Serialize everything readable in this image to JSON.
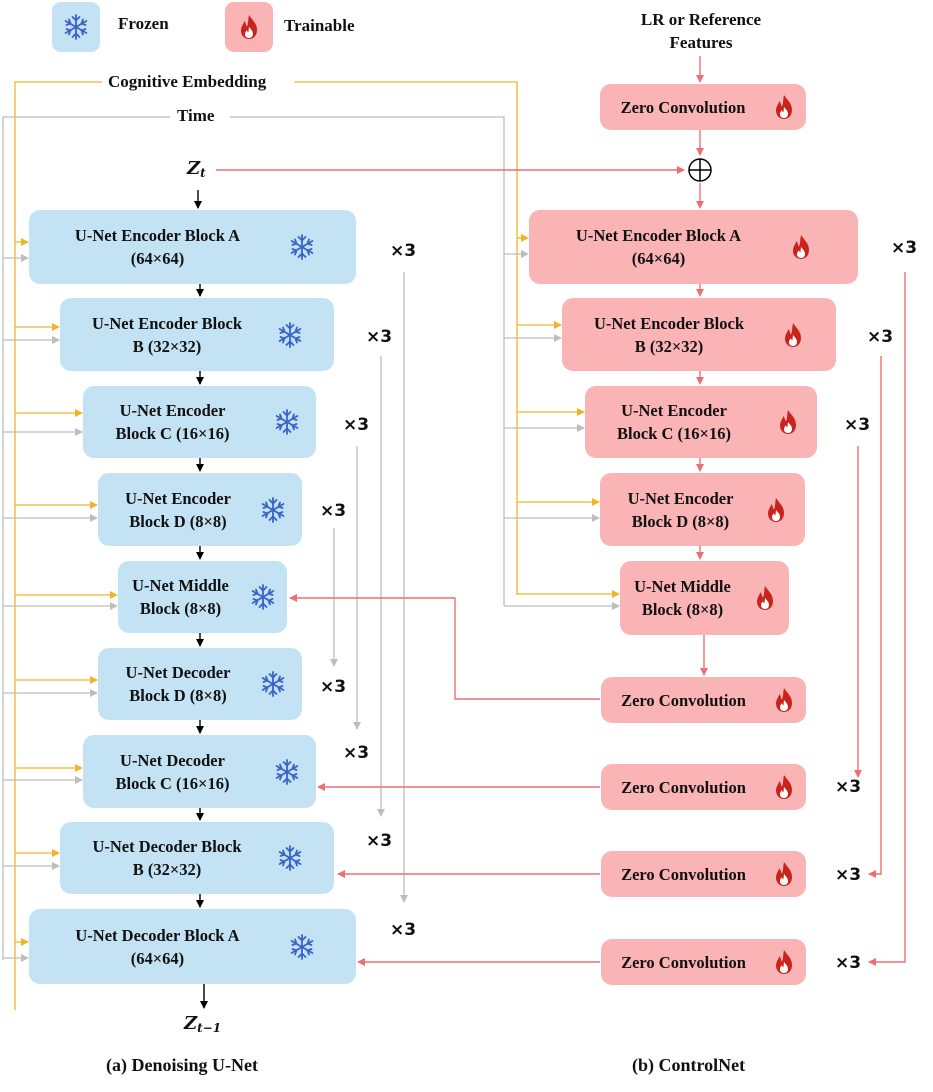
{
  "legend": {
    "frozen": {
      "label": "Frozen",
      "icon": "snowflake-icon"
    },
    "trainable": {
      "label": "Trainable",
      "icon": "flame-icon"
    }
  },
  "inputs": {
    "lr_features": "LR or Reference\nFeatures",
    "cognitive_embedding": "Cognitive Embedding",
    "time": "Time",
    "z_t": {
      "base": "Z",
      "sub": "t"
    },
    "z_t_minus_1": {
      "base": "Z",
      "sub": "t−1"
    }
  },
  "unet": {
    "caption": "(a) Denoising U-Net",
    "blocks": [
      {
        "id": "enc-a",
        "label": "U-Net Encoder Block A\n(64×64)"
      },
      {
        "id": "enc-b",
        "label": "U-Net Encoder Block\nB (32×32)"
      },
      {
        "id": "enc-c",
        "label": "U-Net Encoder\nBlock C (16×16)"
      },
      {
        "id": "enc-d",
        "label": "U-Net Encoder\nBlock D (8×8)"
      },
      {
        "id": "mid",
        "label": "U-Net Middle\nBlock (8×8)"
      },
      {
        "id": "dec-d",
        "label": "U-Net Decoder\nBlock D (8×8)"
      },
      {
        "id": "dec-c",
        "label": "U-Net Decoder\nBlock C (16×16)"
      },
      {
        "id": "dec-b",
        "label": "U-Net Decoder Block\nB (32×32)"
      },
      {
        "id": "dec-a",
        "label": "U-Net Decoder Block A\n(64×64)"
      }
    ]
  },
  "controlnet": {
    "caption": "(b) ControlNet",
    "zero_conv_label": "Zero Convolution",
    "blocks": [
      {
        "id": "enc-a",
        "label": "U-Net Encoder Block A\n(64×64)"
      },
      {
        "id": "enc-b",
        "label": "U-Net Encoder Block\nB (32×32)"
      },
      {
        "id": "enc-c",
        "label": "U-Net Encoder\nBlock C (16×16)"
      },
      {
        "id": "enc-d",
        "label": "U-Net Encoder\nBlock D (8×8)"
      },
      {
        "id": "mid",
        "label": "U-Net Middle\nBlock (8×8)"
      }
    ]
  },
  "repeat_label": "×3",
  "colors": {
    "frozen_fill": "#c3e2f4",
    "trainable_fill": "#fbb4b5",
    "embedding_line": "#f0b32a",
    "time_line": "#bdbdbd",
    "control_line": "#ee6f71",
    "main_line": "#000000",
    "snowflake": "#3a62c8",
    "flame": "#c8241c"
  }
}
